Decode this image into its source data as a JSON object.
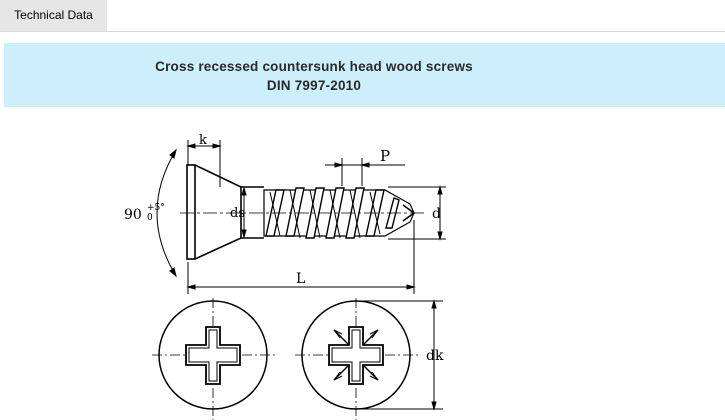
{
  "tabs": [
    {
      "label": "Technical Data"
    }
  ],
  "banner": {
    "title": "Cross recessed countersunk head wood screws",
    "subtitle": "DIN 7997-2010"
  },
  "drawing": {
    "angle_label": "90",
    "angle_tol_upper": "+5°",
    "angle_tol_lower": "0",
    "k_label": "k",
    "p_label": "P",
    "ds_label": "ds",
    "d_label": "d",
    "l_label": "L",
    "dk_label": "dk"
  }
}
